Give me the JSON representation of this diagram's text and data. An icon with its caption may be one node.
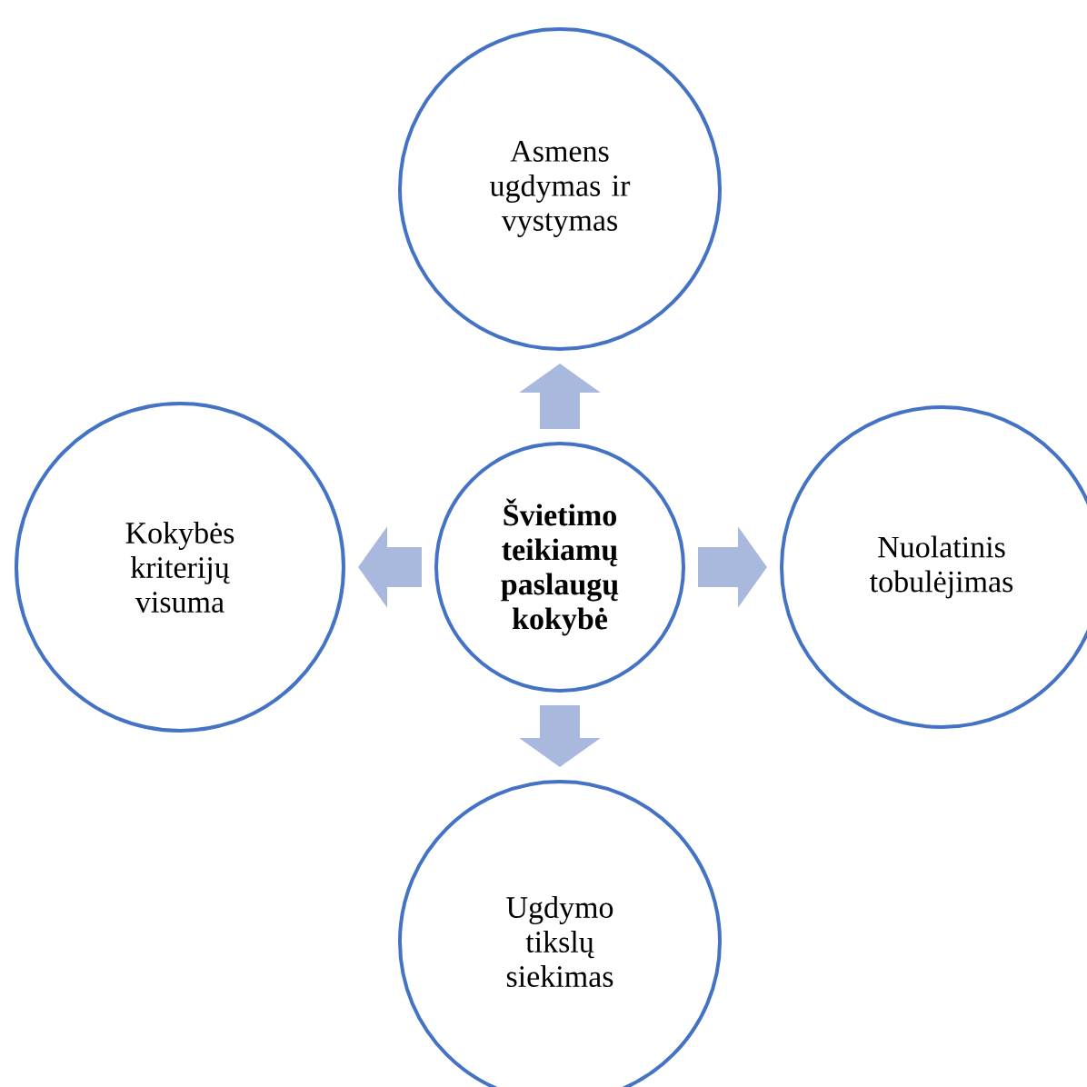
{
  "diagram": {
    "nodes": [
      {
        "text": [
          "**Švietimo teikiamų paslaugų kokybė**"
        ]
      },
      {
        "text": [
          "Asmens ugdymas ir vystymas"
        ]
      },
      {
        "text": [
          "Nuolatinis tobulėjimas"
        ]
      },
      {
        "text": [
          "Ugdymo tikslų siekimas"
        ]
      },
      {
        "text": [
          "Kokybės kriterijų visuma"
        ]
      }
    ],
    "edges": [
      {
        "from": 0,
        "to": 1,
        "arrow": "to"
      },
      {
        "from": 0,
        "to": 2,
        "arrow": "to"
      },
      {
        "from": 0,
        "to": 3,
        "arrow": "to"
      },
      {
        "from": 0,
        "to": 4,
        "arrow": "to"
      }
    ]
  }
}
